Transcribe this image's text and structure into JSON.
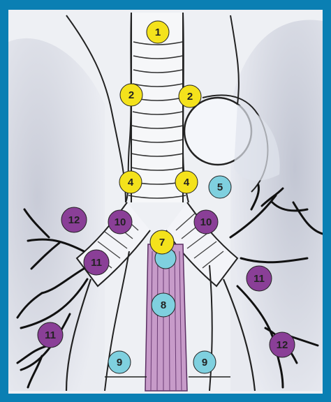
{
  "colors": {
    "frame": "#0a7fb3",
    "yellow_node": "#f4e21c",
    "cyan_node": "#7fd0df",
    "purple_node": "#8a3f97",
    "esophagus": "#c79bc9",
    "lung_shadow": "#c9ccd8"
  },
  "nodes": [
    {
      "id": "n1",
      "label": "1",
      "color": "yellow"
    },
    {
      "id": "n2L",
      "label": "2",
      "color": "yellow"
    },
    {
      "id": "n2R",
      "label": "2",
      "color": "yellow"
    },
    {
      "id": "n4L",
      "label": "4",
      "color": "yellow"
    },
    {
      "id": "n4R",
      "label": "4",
      "color": "yellow"
    },
    {
      "id": "n5",
      "label": "5",
      "color": "cyan"
    },
    {
      "id": "n7",
      "label": "7",
      "color": "yellow"
    },
    {
      "id": "n8",
      "label": "8",
      "color": "cyan"
    },
    {
      "id": "n9L",
      "label": "9",
      "color": "cyan"
    },
    {
      "id": "n9R",
      "label": "9",
      "color": "cyan"
    },
    {
      "id": "n10L",
      "label": "10",
      "color": "purple"
    },
    {
      "id": "n10R",
      "label": "10",
      "color": "purple"
    },
    {
      "id": "n11a",
      "label": "11",
      "color": "purple"
    },
    {
      "id": "n11b",
      "label": "11",
      "color": "purple"
    },
    {
      "id": "n11c",
      "label": "11",
      "color": "purple"
    },
    {
      "id": "n12L",
      "label": "12",
      "color": "purple"
    },
    {
      "id": "n12R",
      "label": "12",
      "color": "purple"
    }
  ]
}
